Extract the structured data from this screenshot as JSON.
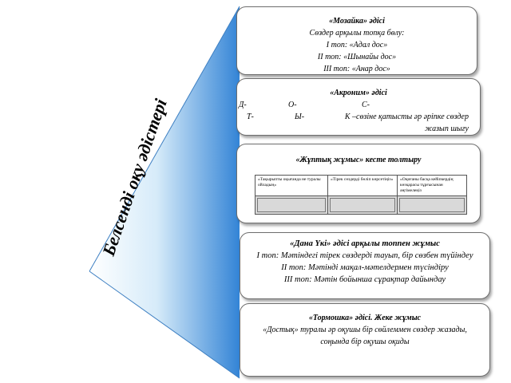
{
  "vertical_title": "Белсенді оқу әдістері",
  "mosaic": {
    "title": "«Мозайка» әдісі",
    "line1": "Сөздер арқылы топқа бөлу:",
    "line2": "I топ: «Адал дос»",
    "line3": "II топ: «Шынайы дос»",
    "line4": "III топ: «Анар дос»"
  },
  "acronym": {
    "title": "«Акроним» әдісі",
    "row1": [
      "Д-",
      "О-",
      "С-"
    ],
    "row2": [
      "Т-",
      "Ы-",
      "К –сөзіне қатысты әр әріпке сөздер жазып шығу"
    ]
  },
  "pair_work": {
    "title": "«Жұптық жұмыс» кесте толтыру",
    "table_headers": [
      "«Тақырыпты оқығанда не туралы ойладың»",
      "«Тірек сөздерді бөліп көрсетіңіз»",
      "«Оқиғаны басқа кейіпкердің көзқарасы тұрғысынан әңгімелеңіз"
    ]
  },
  "dana_uki": {
    "title": "«Дана Үкі» әдісі арқылы топпен жұмыс",
    "line1": "I топ: Мәтіндегі тірек сөздерді тауып, бір сөзбен түйіндеу",
    "line2": "II топ: Мәтінді мақал-мәтелдермен түсіндіру",
    "line3": "III топ: Мәтін бойынша сұрақтар дайындау"
  },
  "tormoshka": {
    "title": "«Тормошка» әдісі. Жеке жұмыс",
    "line1": "«Достық» туралы әр оқушы бір сөйлеммен сөздер жазады, соңында бір оқушы оқиды"
  },
  "colors": {
    "fan_blue": "#2e7dd1",
    "fan_light": "#cfe6f7"
  }
}
